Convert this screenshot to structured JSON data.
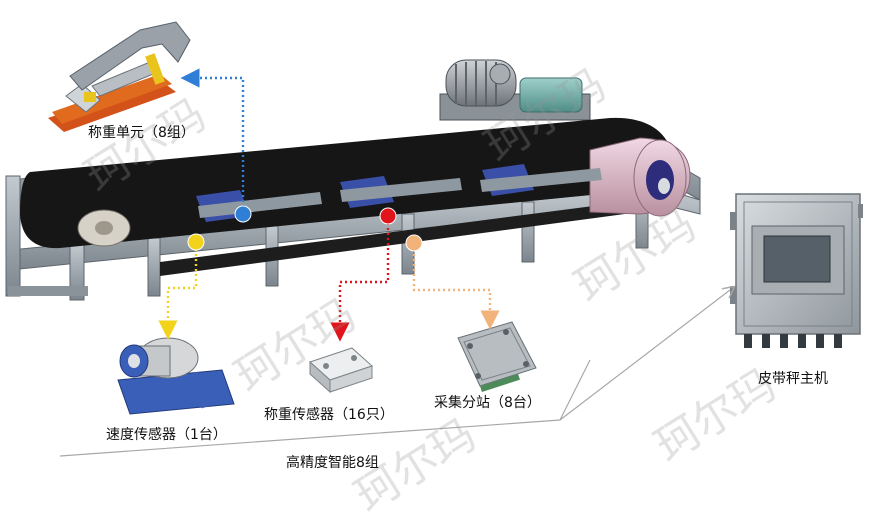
{
  "labels": {
    "weighing_unit": "称重单元（8组）",
    "speed_sensor": "速度传感器（1台）",
    "load_cell": "称重传感器（16只）",
    "acquisition_station": "采集分站（8台）",
    "belt_scale_host": "皮带秤主机",
    "system_caption": "高精度智能8组"
  },
  "watermark": "珂尔玛",
  "colors": {
    "belt": "#161616",
    "frame": "#9aa3ab",
    "speed_sensor_marker": "#f2d21b",
    "load_cell_marker": "#e0141a",
    "weighing_unit_marker": "#2f7fd6",
    "station_marker": "#f2b37b",
    "motor_teal": "#6aa9a3",
    "idler_blue": "#3a4fa8",
    "weighing_unit_orange": "#e06a1e"
  },
  "icons": {
    "motor": "motor-icon",
    "drum": "head-drum-icon",
    "sensor_marker": "circle-dot-icon"
  }
}
